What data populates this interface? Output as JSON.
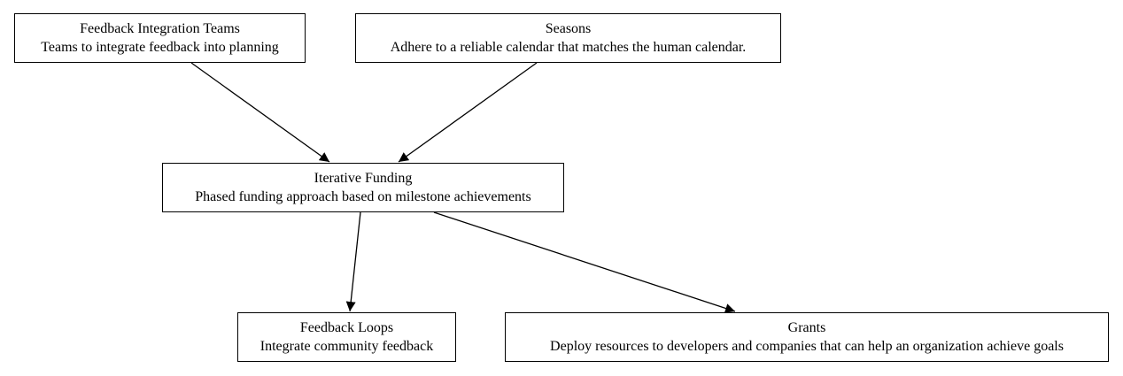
{
  "colors": {
    "background": "#ffffff",
    "stroke": "#000000",
    "text": "#000000"
  },
  "nodes": [
    {
      "id": "feedback-integration-teams",
      "title": "Feedback Integration Teams",
      "description": "Teams to integrate feedback into planning"
    },
    {
      "id": "seasons",
      "title": "Seasons",
      "description": "Adhere to a reliable calendar that matches the human calendar."
    },
    {
      "id": "iterative-funding",
      "title": "Iterative Funding",
      "description": "Phased funding approach based on milestone achievements"
    },
    {
      "id": "feedback-loops",
      "title": "Feedback Loops",
      "description": "Integrate community feedback"
    },
    {
      "id": "grants",
      "title": "Grants",
      "description": "Deploy resources to developers and companies that can help an organization achieve goals"
    }
  ],
  "edges": [
    {
      "from": "feedback-integration-teams",
      "to": "iterative-funding"
    },
    {
      "from": "seasons",
      "to": "iterative-funding"
    },
    {
      "from": "iterative-funding",
      "to": "feedback-loops"
    },
    {
      "from": "iterative-funding",
      "to": "grants"
    }
  ]
}
